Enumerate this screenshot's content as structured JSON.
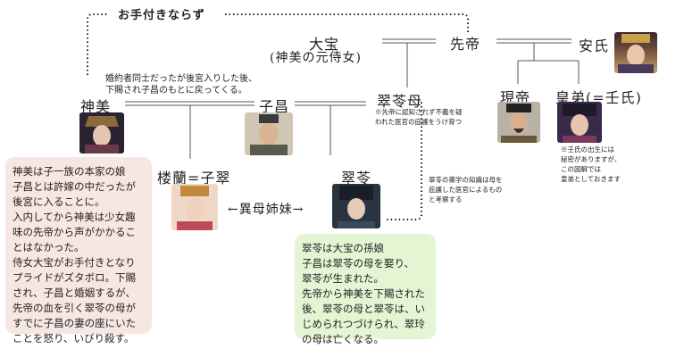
{
  "labels": {
    "otetsuki": "お手付きならず",
    "taiho": "大宝",
    "taiho_sub": "(神美の元侍女)",
    "sentei": "先帝",
    "anshi": "安氏",
    "shinbi": "神美",
    "shisho": "子昌",
    "suirenbo": "翠苓母",
    "gentei": "現帝",
    "kotei": "皇弟(=壬氏)",
    "rouran": "楼蘭=子翠",
    "suiren": "翠苓",
    "half_sisters": "←異母姉妹→"
  },
  "notes": {
    "fiance": "婚約者同士だったが後宮入りした後、\n下賜され子昌のもとに戻ってくる。",
    "suirenbo": "※先帝に認知されず不義を疑\nわれた医官の庇護をうけ育つ",
    "suiren_medic": "翠苓の薬学の知識は母を\n庇護した医官によるもの\nと考察する",
    "jinshi": "※壬氏の出生には\n秘密がありますが、\nこの図解では\n皇弟としておきます"
  },
  "boxes": {
    "shinbi": "神美は子一族の本家の娘\n子昌とは許嫁の中だったが\n後宮に入ることに。\n入内してから神美は少女趣\n味の先帝から声がかかるこ\nとはなかった。\n侍女大宝がお手付きとなり\nプライドがズタボロ。下賜\nされ、子昌と婚姻するが、\n先帝の血を引く翠苓の母が\nすでに子昌の妻の座にいた\nことを怒り、いびり殺す。",
    "suiren": "翠苓は大宝の孫娘\n子昌は翠苓の母を娶り、\n翠苓が生まれた。\n先帝から神美を下賜された\n後、翠苓の母と翠苓は、い\nじめられつづけられ、翠玲\nの母は亡くなる。"
  }
}
